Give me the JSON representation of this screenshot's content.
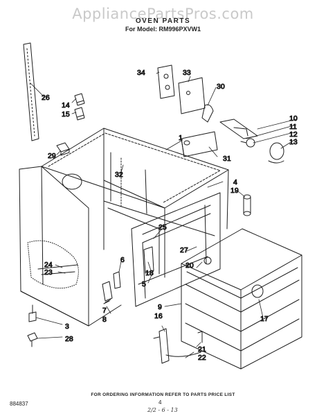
{
  "watermark": "AppliancePartsPros.com",
  "header": {
    "title": "OVEN PARTS",
    "model_line": "For Model: RM996PXVW1"
  },
  "callouts": [
    {
      "id": "c1",
      "text": "1"
    },
    {
      "id": "c3",
      "text": "3"
    },
    {
      "id": "c4",
      "text": "4"
    },
    {
      "id": "c5",
      "text": "5"
    },
    {
      "id": "c6",
      "text": "6"
    },
    {
      "id": "c7",
      "text": "7"
    },
    {
      "id": "c8",
      "text": "8"
    },
    {
      "id": "c9",
      "text": "9"
    },
    {
      "id": "c10",
      "text": "10"
    },
    {
      "id": "c11",
      "text": "11"
    },
    {
      "id": "c12",
      "text": "12"
    },
    {
      "id": "c13",
      "text": "13"
    },
    {
      "id": "c14",
      "text": "14"
    },
    {
      "id": "c15",
      "text": "15"
    },
    {
      "id": "c16",
      "text": "16"
    },
    {
      "id": "c17",
      "text": "17"
    },
    {
      "id": "c18",
      "text": "18"
    },
    {
      "id": "c19",
      "text": "19"
    },
    {
      "id": "c20",
      "text": "20"
    },
    {
      "id": "c21",
      "text": "21"
    },
    {
      "id": "c22",
      "text": "22"
    },
    {
      "id": "c23",
      "text": "23"
    },
    {
      "id": "c24",
      "text": "24"
    },
    {
      "id": "c25",
      "text": "25"
    },
    {
      "id": "c26",
      "text": "26"
    },
    {
      "id": "c27",
      "text": "27"
    },
    {
      "id": "c28",
      "text": "28"
    },
    {
      "id": "c29",
      "text": "29"
    },
    {
      "id": "c30",
      "text": "30"
    },
    {
      "id": "c31",
      "text": "31"
    },
    {
      "id": "c32",
      "text": "32"
    },
    {
      "id": "c33",
      "text": "33"
    },
    {
      "id": "c34",
      "text": "34"
    }
  ],
  "footer": {
    "note": "FOR ORDERING INFORMATION REFER TO PARTS PRICE LIST",
    "page": "4",
    "doc_code": "884837",
    "handwritten": "2/2 - 6 - 13"
  }
}
